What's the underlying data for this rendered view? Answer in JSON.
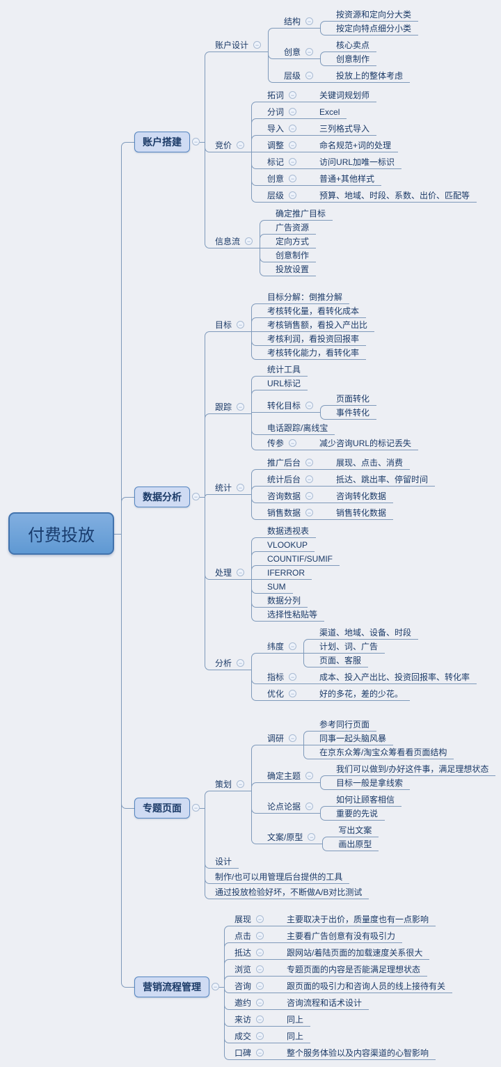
{
  "page": {
    "colors": {
      "background": "#edeff4",
      "line": "#7e99ba",
      "text": "#1b3a67",
      "branch_box_fill": "#cfdbf3",
      "branch_box_border": "#5585c0",
      "root_fill_top": "#82afe0",
      "root_fill_bottom": "#5f99d3",
      "root_border": "#4273ad"
    },
    "icons": {
      "collapse": "−"
    }
  },
  "tree": {
    "label": "付费投放",
    "style": "root",
    "children": [
      {
        "label": "账户搭建",
        "style": "box",
        "children": [
          {
            "label": "账户设计",
            "children": [
              {
                "label": "结构",
                "children": [
                  {
                    "label": "按资源和定向分大类"
                  },
                  {
                    "label": "按定向特点细分小类"
                  }
                ]
              },
              {
                "label": "创意",
                "children": [
                  {
                    "label": "核心卖点"
                  },
                  {
                    "label": "创意制作"
                  }
                ]
              },
              {
                "label": "层级",
                "children": [
                  {
                    "label": "投放上的整体考虑"
                  }
                ]
              }
            ]
          },
          {
            "label": "竞价",
            "children": [
              {
                "label": "拓词",
                "children": [
                  {
                    "label": "关键词规划师"
                  }
                ]
              },
              {
                "label": "分词",
                "children": [
                  {
                    "label": "Excel"
                  }
                ]
              },
              {
                "label": "导入",
                "children": [
                  {
                    "label": "三列格式导入"
                  }
                ]
              },
              {
                "label": "调整",
                "children": [
                  {
                    "label": "命名规范+词的处理"
                  }
                ]
              },
              {
                "label": "标记",
                "children": [
                  {
                    "label": "访问URL加唯一标识"
                  }
                ]
              },
              {
                "label": "创意",
                "children": [
                  {
                    "label": "普通+其他样式"
                  }
                ]
              },
              {
                "label": "层级",
                "children": [
                  {
                    "label": "预算、地域、时段、系数、出价、匹配等"
                  }
                ]
              }
            ]
          },
          {
            "label": "信息流",
            "children": [
              {
                "label": "确定推广目标"
              },
              {
                "label": "广告资源"
              },
              {
                "label": "定向方式"
              },
              {
                "label": "创意制作"
              },
              {
                "label": "投放设置"
              }
            ]
          }
        ]
      },
      {
        "label": "数据分析",
        "style": "box",
        "children": [
          {
            "label": "目标",
            "children": [
              {
                "label": "目标分解：倒推分解"
              },
              {
                "label": "考核转化量，看转化成本"
              },
              {
                "label": "考核销售额，看投入产出比"
              },
              {
                "label": "考核利润，看投资回报率"
              },
              {
                "label": "考核转化能力，看转化率"
              }
            ]
          },
          {
            "label": "跟踪",
            "children": [
              {
                "label": "统计工具"
              },
              {
                "label": "URL标记"
              },
              {
                "label": "转化目标",
                "children": [
                  {
                    "label": "页面转化"
                  },
                  {
                    "label": "事件转化"
                  }
                ]
              },
              {
                "label": "电话跟踪/离线宝"
              },
              {
                "label": "传参",
                "children": [
                  {
                    "label": "减少咨询URL的标记丢失"
                  }
                ]
              }
            ]
          },
          {
            "label": "统计",
            "children": [
              {
                "label": "推广后台",
                "children": [
                  {
                    "label": "展现、点击、消费"
                  }
                ]
              },
              {
                "label": "统计后台",
                "children": [
                  {
                    "label": "抵达、跳出率、停留时间"
                  }
                ]
              },
              {
                "label": "咨询数据",
                "children": [
                  {
                    "label": "咨询转化数据"
                  }
                ]
              },
              {
                "label": "销售数据",
                "children": [
                  {
                    "label": "销售转化数据"
                  }
                ]
              }
            ]
          },
          {
            "label": "处理",
            "children": [
              {
                "label": "数据透视表"
              },
              {
                "label": "VLOOKUP"
              },
              {
                "label": "COUNTIF/SUMIF"
              },
              {
                "label": "IFERROR"
              },
              {
                "label": "SUM"
              },
              {
                "label": "数据分列"
              },
              {
                "label": "选择性粘贴等"
              }
            ]
          },
          {
            "label": "分析",
            "children": [
              {
                "label": "纬度",
                "children": [
                  {
                    "label": "渠道、地域、设备、时段"
                  },
                  {
                    "label": "计划、词、广告"
                  },
                  {
                    "label": "页面、客服"
                  }
                ]
              },
              {
                "label": "指标",
                "children": [
                  {
                    "label": "成本、投入产出比、投资回报率、转化率"
                  }
                ]
              },
              {
                "label": "优化",
                "children": [
                  {
                    "label": "好的多花，差的少花。"
                  }
                ]
              }
            ]
          }
        ]
      },
      {
        "label": "专题页面",
        "style": "box",
        "children": [
          {
            "label": "策划",
            "children": [
              {
                "label": "调研",
                "children": [
                  {
                    "label": "参考同行页面"
                  },
                  {
                    "label": "同事一起头脑风暴"
                  },
                  {
                    "label": "在京东众筹/淘宝众筹看看页面结构"
                  }
                ]
              },
              {
                "label": "确定主题",
                "children": [
                  {
                    "label": "我们可以做到/办好这件事，满足理想状态"
                  },
                  {
                    "label": "目标一般是拿线索"
                  }
                ]
              },
              {
                "label": "论点论据",
                "children": [
                  {
                    "label": "如何让顾客相信"
                  },
                  {
                    "label": "重要的先说"
                  }
                ]
              },
              {
                "label": "文案/原型",
                "children": [
                  {
                    "label": "写出文案"
                  },
                  {
                    "label": "画出原型"
                  }
                ]
              }
            ]
          },
          {
            "label": "设计"
          },
          {
            "label": "制作/也可以用管理后台提供的工具"
          },
          {
            "label": "通过投放检验好坏，不断做A/B对比测试"
          }
        ]
      },
      {
        "label": "营销流程管理",
        "style": "box",
        "children": [
          {
            "label": "展现",
            "children": [
              {
                "label": "主要取决于出价，质量度也有一点影响"
              }
            ]
          },
          {
            "label": "点击",
            "children": [
              {
                "label": "主要看广告创意有没有吸引力"
              }
            ]
          },
          {
            "label": "抵达",
            "children": [
              {
                "label": "跟网站/着陆页面的加载速度关系很大"
              }
            ]
          },
          {
            "label": "浏览",
            "children": [
              {
                "label": "专题页面的内容是否能满足理想状态"
              }
            ]
          },
          {
            "label": "咨询",
            "children": [
              {
                "label": "跟页面的吸引力和咨询人员的线上接待有关"
              }
            ]
          },
          {
            "label": "邀约",
            "children": [
              {
                "label": "咨询流程和话术设计"
              }
            ]
          },
          {
            "label": "来访",
            "children": [
              {
                "label": "同上"
              }
            ]
          },
          {
            "label": "成交",
            "children": [
              {
                "label": "同上"
              }
            ]
          },
          {
            "label": "口碑",
            "children": [
              {
                "label": "整个服务体验以及内容渠道的心智影响"
              }
            ]
          }
        ]
      }
    ]
  }
}
